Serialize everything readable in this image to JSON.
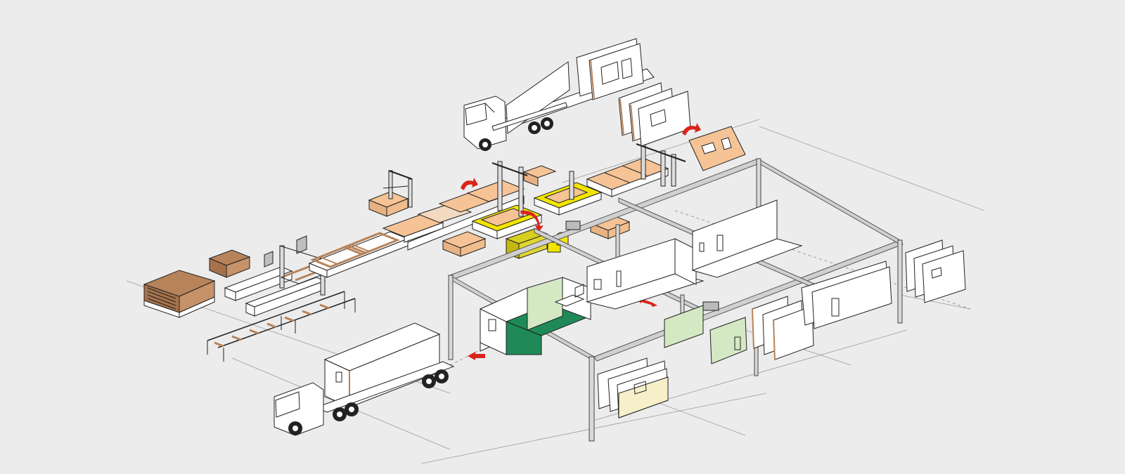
{
  "colors": {
    "background": "#ececec",
    "panel": "#ffffff",
    "wood": "#f5c395",
    "timber": "#b7835a",
    "insulation": "#f2e600",
    "floor": "#1f8a57",
    "interior_wall": "#d4e8c4",
    "arrow": "#d9241c",
    "outline": "#222222",
    "steel": "#d0d0d0"
  },
  "icons": [
    "truck-icon",
    "curved-arrow-icon",
    "straight-arrow-icon",
    "crane-gantry-icon"
  ],
  "stations": [
    "timber-stack",
    "stud-frame-assembly",
    "sheathing-station",
    "insulation-station",
    "wall-tilt-table",
    "panel-rack",
    "module-assembly-hall",
    "module-loading"
  ]
}
